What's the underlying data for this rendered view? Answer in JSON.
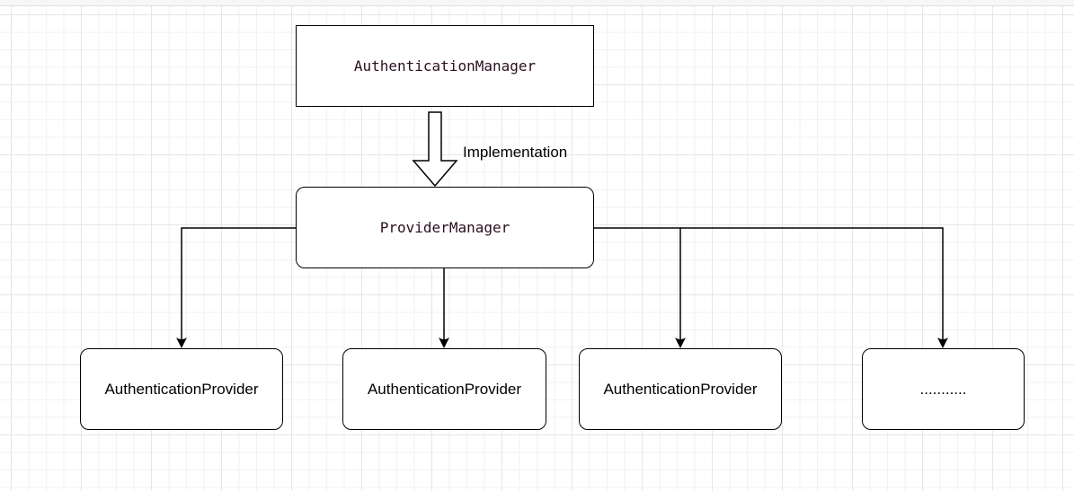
{
  "nodes": {
    "authentication_manager": "AuthenticationManager",
    "provider_manager": "ProviderManager",
    "providers": [
      "AuthenticationProvider",
      "AuthenticationProvider",
      "AuthenticationProvider",
      "..........."
    ]
  },
  "edges": {
    "implementation_label": "Implementation"
  }
}
